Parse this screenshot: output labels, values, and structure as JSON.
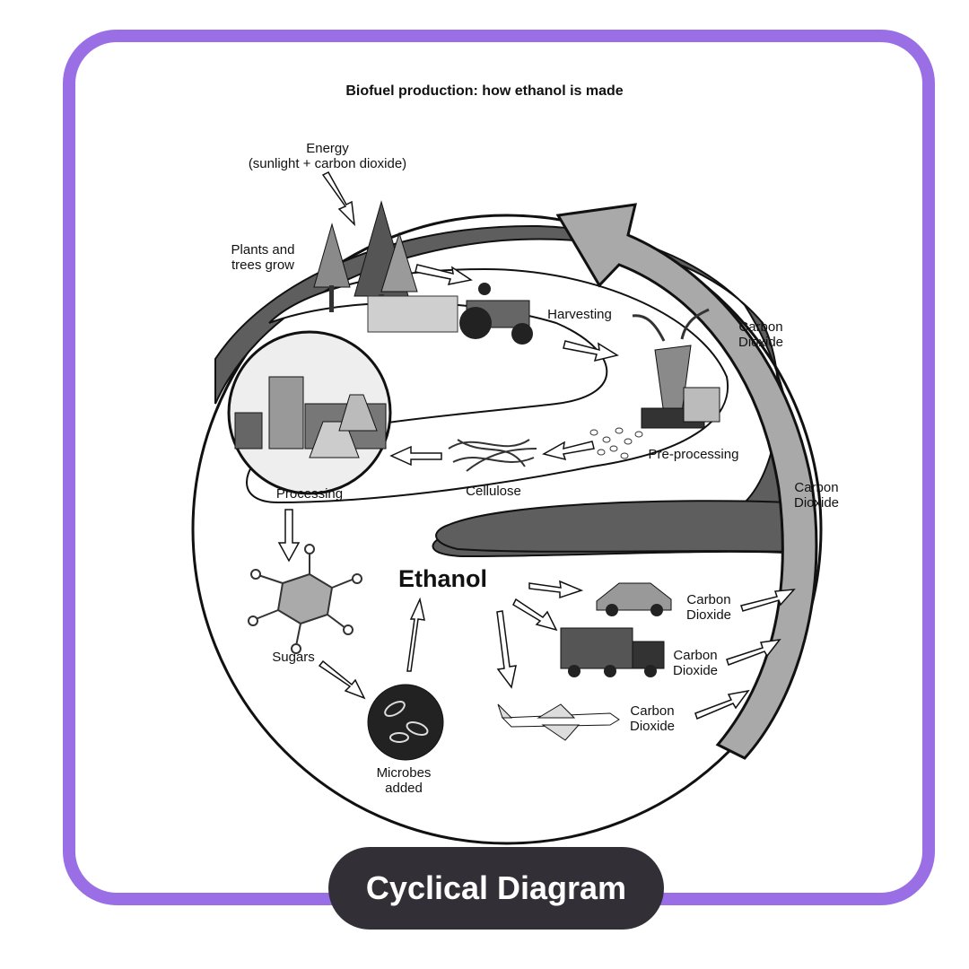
{
  "diagram": {
    "title": "Biofuel production: how ethanol is made",
    "energy": "Energy\n(sunlight + carbon dioxide)",
    "plants": "Plants and\ntrees grow",
    "harvesting": "Harvesting",
    "preprocessing": "Pre-processing",
    "cellulose": "Cellulose",
    "processing": "Processing",
    "sugars": "Sugars",
    "microbes": "Microbes\nadded",
    "ethanol": "Ethanol",
    "co2_top": "Carbon\nDioxide",
    "co2_mid": "Carbon\nDioxide",
    "co2_car": "Carbon\nDioxide",
    "co2_truck": "Carbon\nDioxide",
    "co2_plane": "Carbon\nDioxide"
  },
  "badge": {
    "label": "Cyclical Diagram"
  },
  "colors": {
    "frame": "#9a6fe6",
    "badge_bg": "#332f37",
    "road_dark": "#5e5e5e",
    "arrow_grey": "#a9a9a9"
  }
}
